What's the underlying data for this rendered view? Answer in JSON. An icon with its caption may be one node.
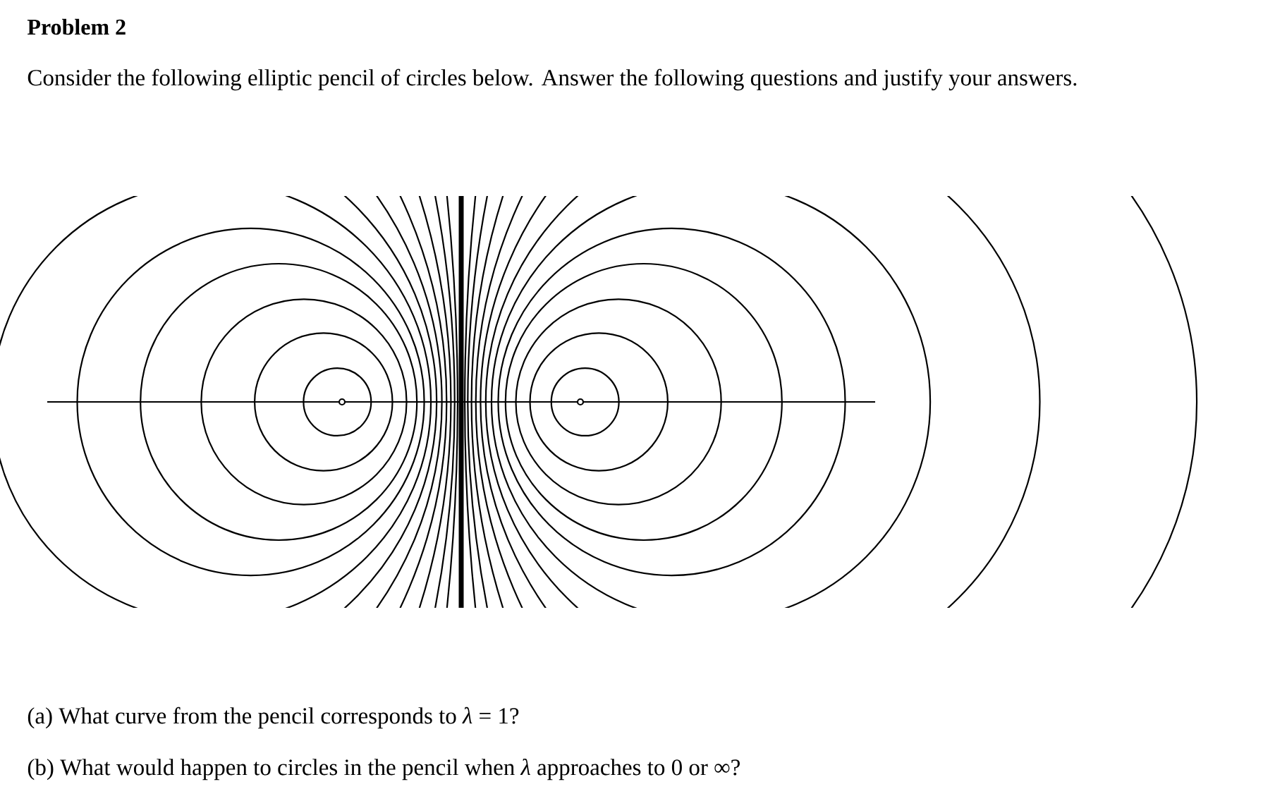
{
  "diagram": {
    "title": "Problem 2",
    "labels": [
      "Consider the following elliptic pencil of circles below. Answer the following questions and justify your answers.",
      "(a) What curve from the pencil corresponds to *λ* = 1?",
      "(b) What would happen to circles in the pencil when *λ* approaches to 0 or ∞?"
    ]
  }
}
